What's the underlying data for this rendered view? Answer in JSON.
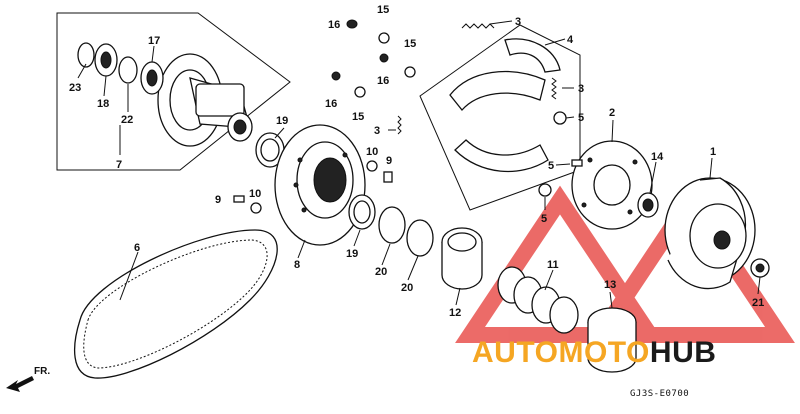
{
  "diagram_code": "GJ3S-E0700",
  "direction_label": "FR.",
  "watermark": {
    "part1": "AUTOMOTO",
    "part2": "HUB",
    "color1": "#f5a623",
    "color2": "#1a1a1a",
    "logo_color": "#e53935"
  },
  "callouts": [
    {
      "id": "c1",
      "text": "1"
    },
    {
      "id": "c2",
      "text": "2"
    },
    {
      "id": "c3a",
      "text": "3"
    },
    {
      "id": "c3b",
      "text": "3"
    },
    {
      "id": "c3c",
      "text": "3"
    },
    {
      "id": "c4",
      "text": "4"
    },
    {
      "id": "c5a",
      "text": "5"
    },
    {
      "id": "c5b",
      "text": "5"
    },
    {
      "id": "c5c",
      "text": "5"
    },
    {
      "id": "c6",
      "text": "6"
    },
    {
      "id": "c7",
      "text": "7"
    },
    {
      "id": "c8",
      "text": "8"
    },
    {
      "id": "c9a",
      "text": "9"
    },
    {
      "id": "c9b",
      "text": "9"
    },
    {
      "id": "c10a",
      "text": "10"
    },
    {
      "id": "c10b",
      "text": "10"
    },
    {
      "id": "c11",
      "text": "11"
    },
    {
      "id": "c12",
      "text": "12"
    },
    {
      "id": "c13",
      "text": "13"
    },
    {
      "id": "c14",
      "text": "14"
    },
    {
      "id": "c15a",
      "text": "15"
    },
    {
      "id": "c15b",
      "text": "15"
    },
    {
      "id": "c15c",
      "text": "15"
    },
    {
      "id": "c16a",
      "text": "16"
    },
    {
      "id": "c16b",
      "text": "16"
    },
    {
      "id": "c16c",
      "text": "16"
    },
    {
      "id": "c17",
      "text": "17"
    },
    {
      "id": "c18",
      "text": "18"
    },
    {
      "id": "c19a",
      "text": "19"
    },
    {
      "id": "c19b",
      "text": "19"
    },
    {
      "id": "c20a",
      "text": "20"
    },
    {
      "id": "c20b",
      "text": "20"
    },
    {
      "id": "c21",
      "text": "21"
    },
    {
      "id": "c22",
      "text": "22"
    },
    {
      "id": "c23",
      "text": "23"
    }
  ]
}
